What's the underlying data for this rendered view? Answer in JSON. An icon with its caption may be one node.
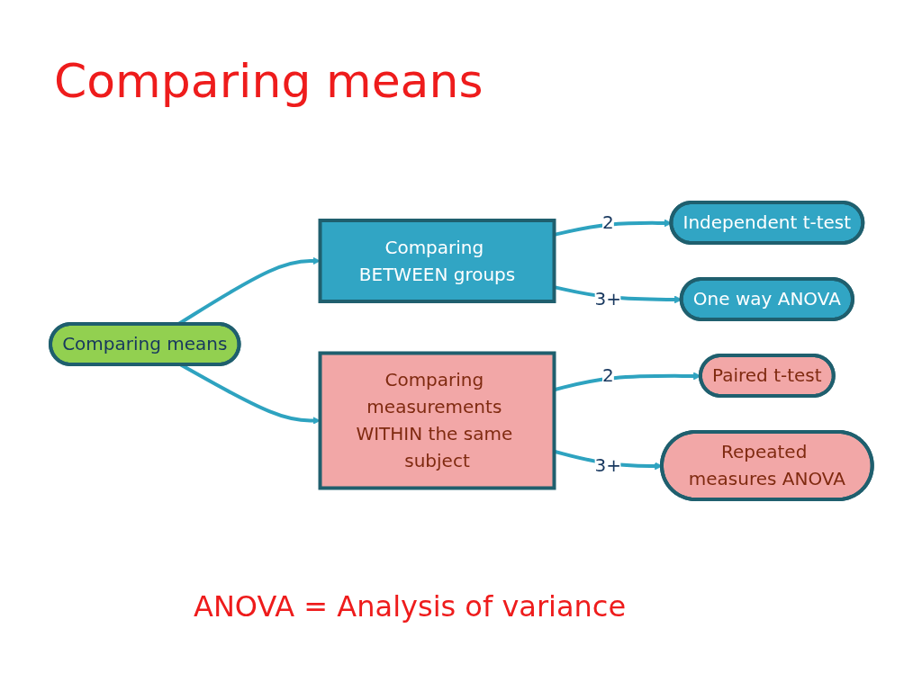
{
  "diagram": {
    "title": "Comparing means",
    "nodes": [
      {
        "text": [
          "Comparing means"
        ]
      },
      {
        "text": [
          "Comparing BETWEEN groups"
        ]
      },
      {
        "text": [
          "Comparing measurements WITHIN the same subject"
        ]
      },
      {
        "text": [
          "Independent t-test"
        ]
      },
      {
        "text": [
          "One way ANOVA"
        ]
      },
      {
        "text": [
          "Paired t-test"
        ]
      },
      {
        "text": [
          "Repeated measures ANOVA"
        ]
      }
    ],
    "edges": [
      {
        "from": 0,
        "to": 1,
        "arrow": "to"
      },
      {
        "from": 0,
        "to": 2,
        "arrow": "to"
      },
      {
        "from": 1,
        "to": 3,
        "label": "2",
        "arrow": "to"
      },
      {
        "from": 1,
        "to": 4,
        "label": "3+",
        "arrow": "to"
      },
      {
        "from": 2,
        "to": 5,
        "label": "2",
        "arrow": "to"
      },
      {
        "from": 2,
        "to": 6,
        "label": "3+",
        "arrow": "to"
      }
    ],
    "labels": [
      "ANOVA = Analysis of variance"
    ]
  }
}
